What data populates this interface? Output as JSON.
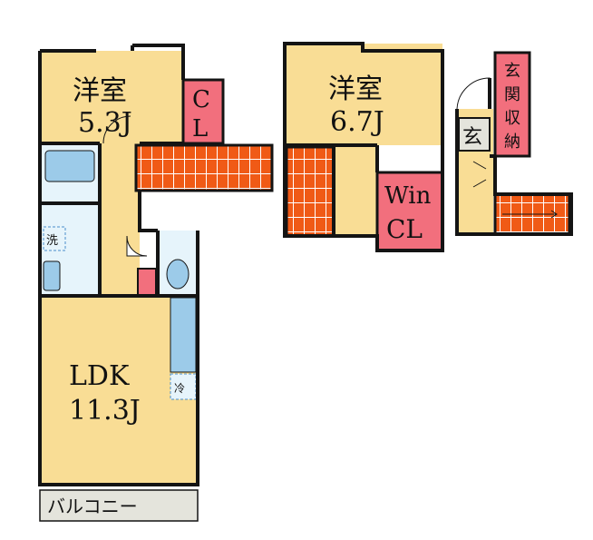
{
  "floorplan": {
    "rooms": {
      "western_room_1": {
        "name": "洋室",
        "size": "5.3J"
      },
      "western_room_2": {
        "name": "洋室",
        "size": "6.7J"
      },
      "ldk": {
        "name": "LDK",
        "size": "11.3J"
      },
      "closet_1": {
        "line1": "C",
        "line2": "L"
      },
      "walkin_closet": {
        "line1": "Win",
        "line2": "CL"
      },
      "entrance_storage": {
        "chars": [
          "玄",
          "関",
          "収",
          "納"
        ]
      },
      "entrance": {
        "name": "玄"
      },
      "balcony": {
        "name": "バルコニー"
      }
    },
    "fixtures": {
      "washer": "洗",
      "fridge": "冷"
    },
    "colors": {
      "room_fill": "#f9dd95",
      "closet_fill": "#f26f7d",
      "stairs_fill": "#f05a16",
      "wet_fill": "#e6f4fb",
      "fixture_fill": "#9ccbe9",
      "balcony_fill": "#e4e4dc",
      "wall": "#141414"
    }
  }
}
